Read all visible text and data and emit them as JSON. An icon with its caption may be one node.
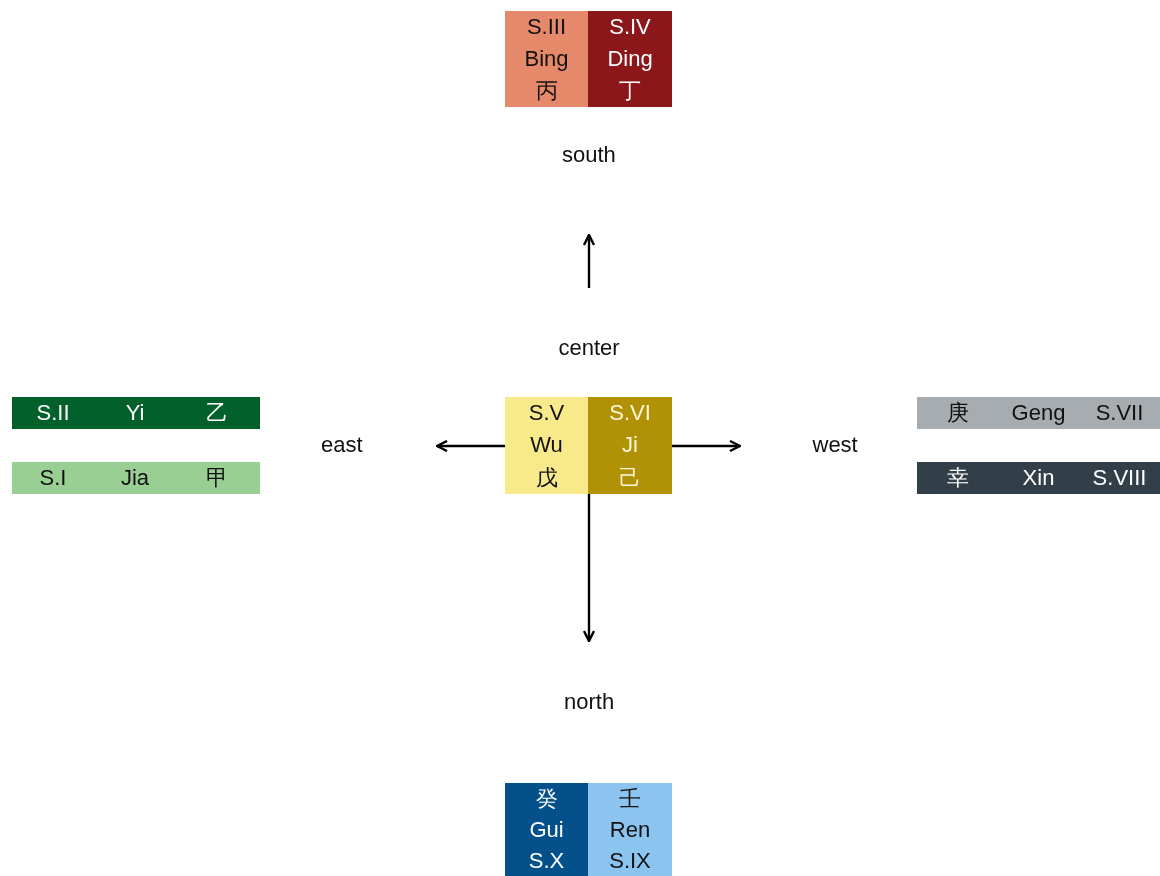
{
  "diagram": {
    "nodes": [
      {
        "text": [
          "S.III",
          "Bing",
          "丙"
        ]
      },
      {
        "text": [
          "S.IV",
          "Ding",
          "丁"
        ]
      },
      {
        "text": [
          "south"
        ]
      },
      {
        "text": [
          "center"
        ]
      },
      {
        "text": [
          "S.II",
          "Yi",
          "乙"
        ]
      },
      {
        "text": [
          "east"
        ]
      },
      {
        "text": [
          "S.V",
          "Wu",
          "戊"
        ]
      },
      {
        "text": [
          "S.VI",
          "Ji",
          "己"
        ]
      },
      {
        "text": [
          "庚",
          "Geng",
          "S.VII"
        ]
      },
      {
        "text": [
          "west"
        ]
      },
      {
        "text": [
          "S.I",
          "Jia",
          "甲"
        ]
      },
      {
        "text": [
          "幸",
          "Xin",
          "S.VIII"
        ]
      },
      {
        "text": [
          "north"
        ]
      },
      {
        "text": [
          "癸",
          "Gui",
          "S.X"
        ]
      },
      {
        "text": [
          "壬",
          "Ren",
          "S.IX"
        ]
      }
    ],
    "edges": [
      {
        "from": 3,
        "to": 2,
        "arrow": "to"
      },
      {
        "from": 6,
        "to": 5,
        "arrow": "to"
      },
      {
        "from": 7,
        "to": 9,
        "arrow": "to"
      },
      {
        "from": 6,
        "to": 12,
        "arrow": "to"
      }
    ]
  }
}
